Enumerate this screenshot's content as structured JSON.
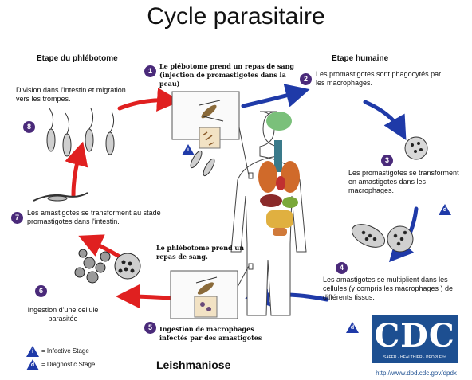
{
  "title": "Cycle parasitaire",
  "stage_left_title": "Etape du phlébotome",
  "stage_right_title": "Etape humaine",
  "steps": [
    {
      "number": "1",
      "text": "Le plébotome prend un repas de sang (injection de promastigotes dans la peau)"
    },
    {
      "number": "2",
      "text": "Les promastigotes sont phagocytés par les macrophages."
    },
    {
      "number": "3",
      "text": "Les promastigotes se transforment en amastigotes dans les macrophages."
    },
    {
      "number": "4",
      "text": "Les amastigotes se multiplient dans les cellules (y compris les macrophages ) de différents tissus."
    },
    {
      "number": "5",
      "text": "Ingestion de macrophages infectés par des amastigotes"
    },
    {
      "number": "6",
      "text": "Ingestion d'une cellule parasitée"
    },
    {
      "number": "7",
      "text": "Les amastigotes se transforment au stade promastigotes dans l'intestin."
    },
    {
      "number": "8",
      "text": "Division dans l'intestin et migration vers les trompes."
    }
  ],
  "sandfly_meal_label": "Le phlébotome prend un repas de sang.",
  "legend": {
    "infective_symbol": "i",
    "infective": "= Infective Stage",
    "diagnostic_symbol": "d",
    "diagnostic": "= Diagnostic Stage"
  },
  "disease_name": "Leishmaniose",
  "cdc": {
    "logo_text": "CDC",
    "tagline": "SAFER · HEALTHIER · PEOPLE™",
    "url": "http://www.dpd.cdc.gov/dpdx"
  },
  "colors": {
    "arrow_red": "#e02020",
    "arrow_blue": "#1f3aa8",
    "number_circle": "#4a2a7a",
    "cdc_blue": "#1d4f91"
  }
}
